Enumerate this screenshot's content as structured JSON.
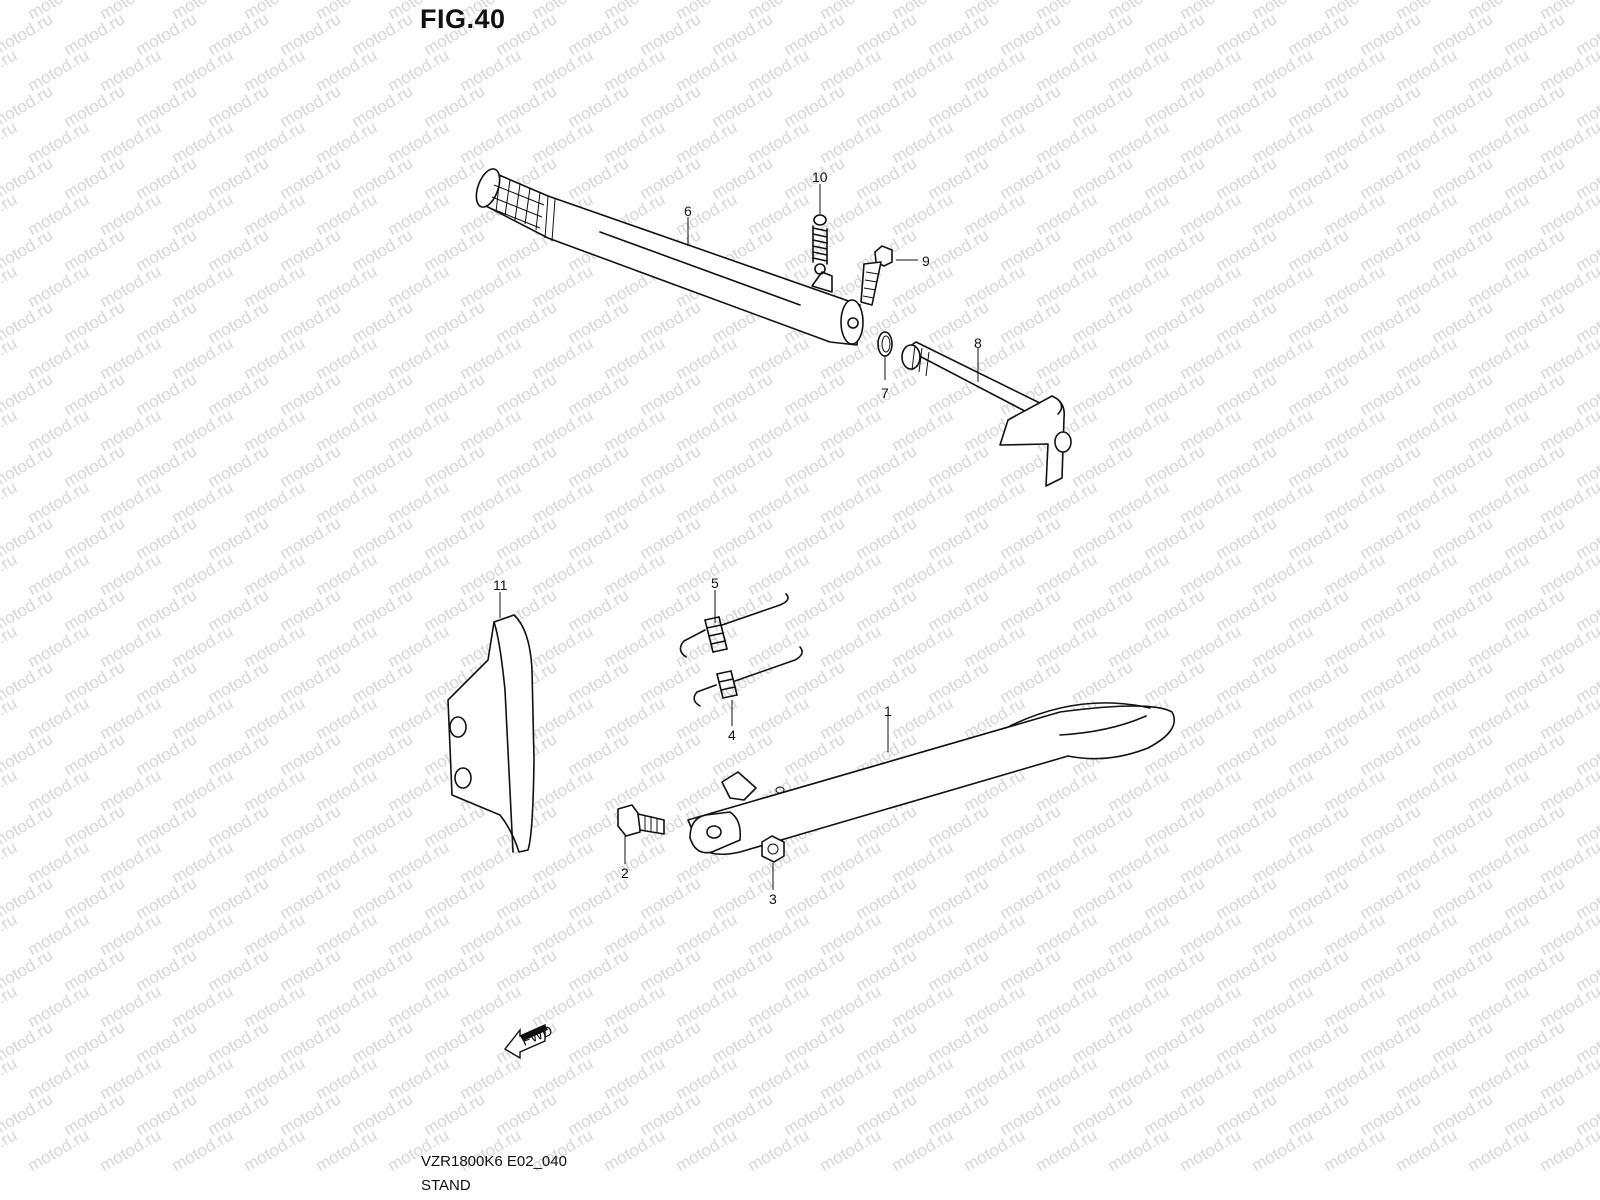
{
  "figure": {
    "title": "FIG.40",
    "code": "VZR1800K6 E02_040",
    "name": "STAND",
    "watermark": "motod.ru",
    "fwd_label": "FWD"
  },
  "parts": [
    {
      "ref": "1",
      "label": "1"
    },
    {
      "ref": "2",
      "label": "2"
    },
    {
      "ref": "3",
      "label": "3"
    },
    {
      "ref": "4",
      "label": "4"
    },
    {
      "ref": "5",
      "label": "5"
    },
    {
      "ref": "6",
      "label": "6"
    },
    {
      "ref": "7",
      "label": "7"
    },
    {
      "ref": "8",
      "label": "8"
    },
    {
      "ref": "9",
      "label": "9"
    },
    {
      "ref": "10",
      "label": "10"
    },
    {
      "ref": "11",
      "label": "11"
    }
  ]
}
